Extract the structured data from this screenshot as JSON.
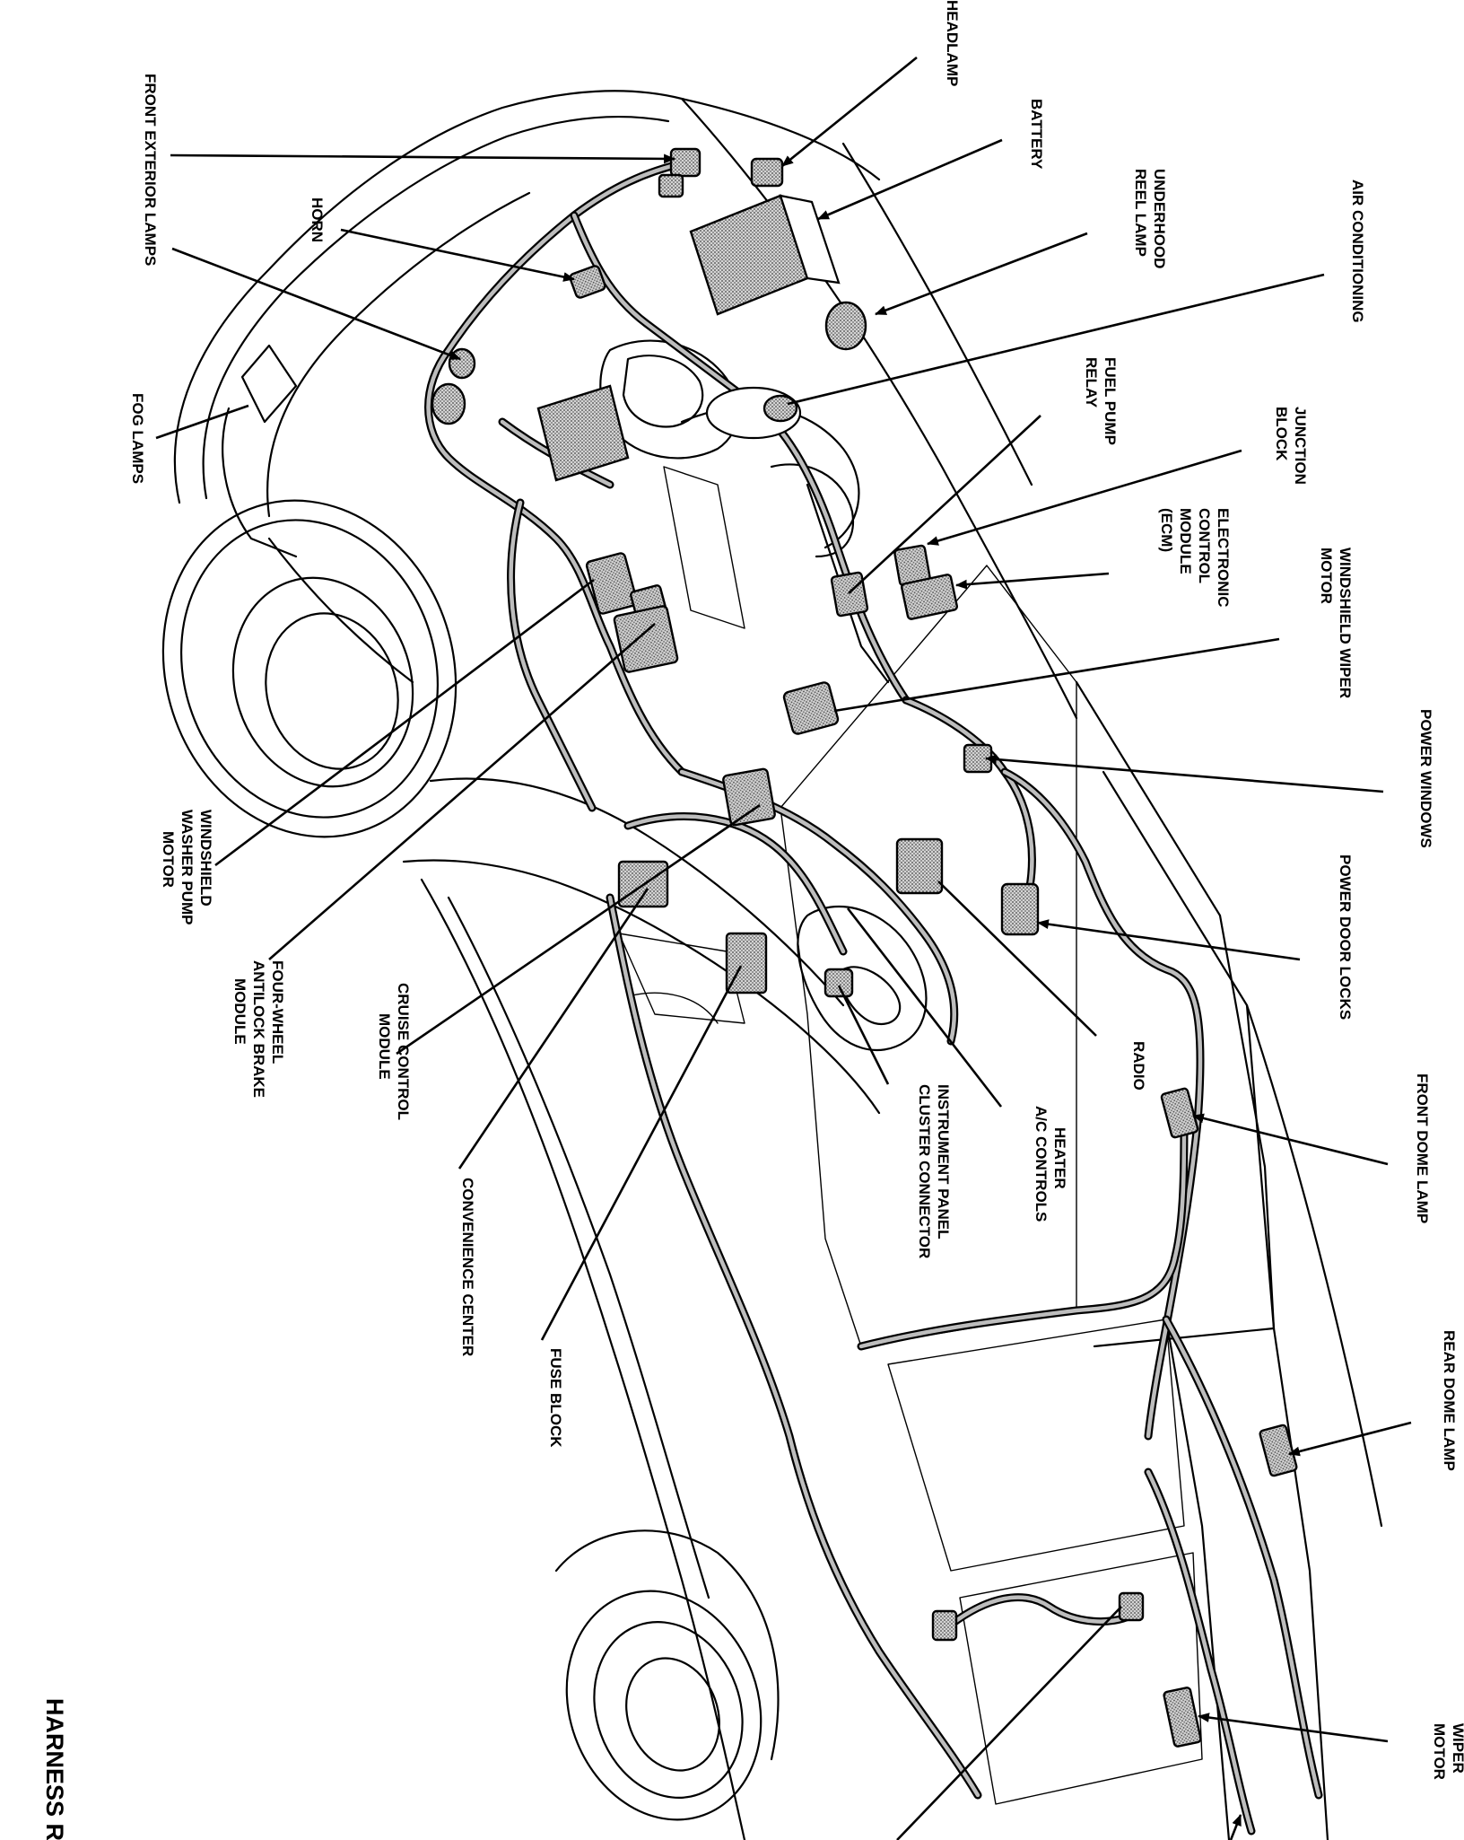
{
  "title": "HARNESS R",
  "labels": {
    "headlamp": "HEADLAMP",
    "front_exterior_lamps": "FRONT EXTERIOR LAMPS",
    "battery": "BATTERY",
    "underhood_reel_lamp": [
      "UNDERHOOD",
      "REEL LAMP"
    ],
    "horn": "HORN",
    "air_conditioning": "AIR CONDITIONING",
    "fuel_pump_relay": [
      "FUEL PUMP",
      "RELAY"
    ],
    "junction_block": [
      "JUNCTION",
      "BLOCK"
    ],
    "fog_lamps": "FOG LAMPS",
    "ecm": [
      "ELECTRONIC",
      "CONTROL",
      "MODULE",
      "(ECM)"
    ],
    "windshield_wiper_motor": [
      "WINDSHIELD WIPER",
      "MOTOR"
    ],
    "power_windows": "POWER WINDOWS",
    "power_door_locks": "POWER DOOR LOCKS",
    "windshield_washer_pump_motor": [
      "WINDSHIELD",
      "WASHER PUMP",
      "MOTOR"
    ],
    "four_wheel_antilock": [
      "FOUR-WHEEL",
      "ANTILOCK BRAKE",
      "MODULE"
    ],
    "cruise_control_module": [
      "CRUISE CONTROL",
      "MODULE"
    ],
    "radio": "RADIO",
    "heater_ac_controls": [
      "HEATER",
      "A/C CONTROLS"
    ],
    "instrument_panel_cluster_connector": [
      "INSTRUMENT PANEL",
      "CLUSTER CONNECTOR"
    ],
    "front_dome_lamp": "FRONT DOME LAMP",
    "convenience_center": "CONVENIENCE CENTER",
    "fuse_block": "FUSE BLOCK",
    "rear_dome_lamp": "REAR DOME LAMP",
    "wiper_motor": [
      "WIPER",
      "MOTOR"
    ]
  }
}
